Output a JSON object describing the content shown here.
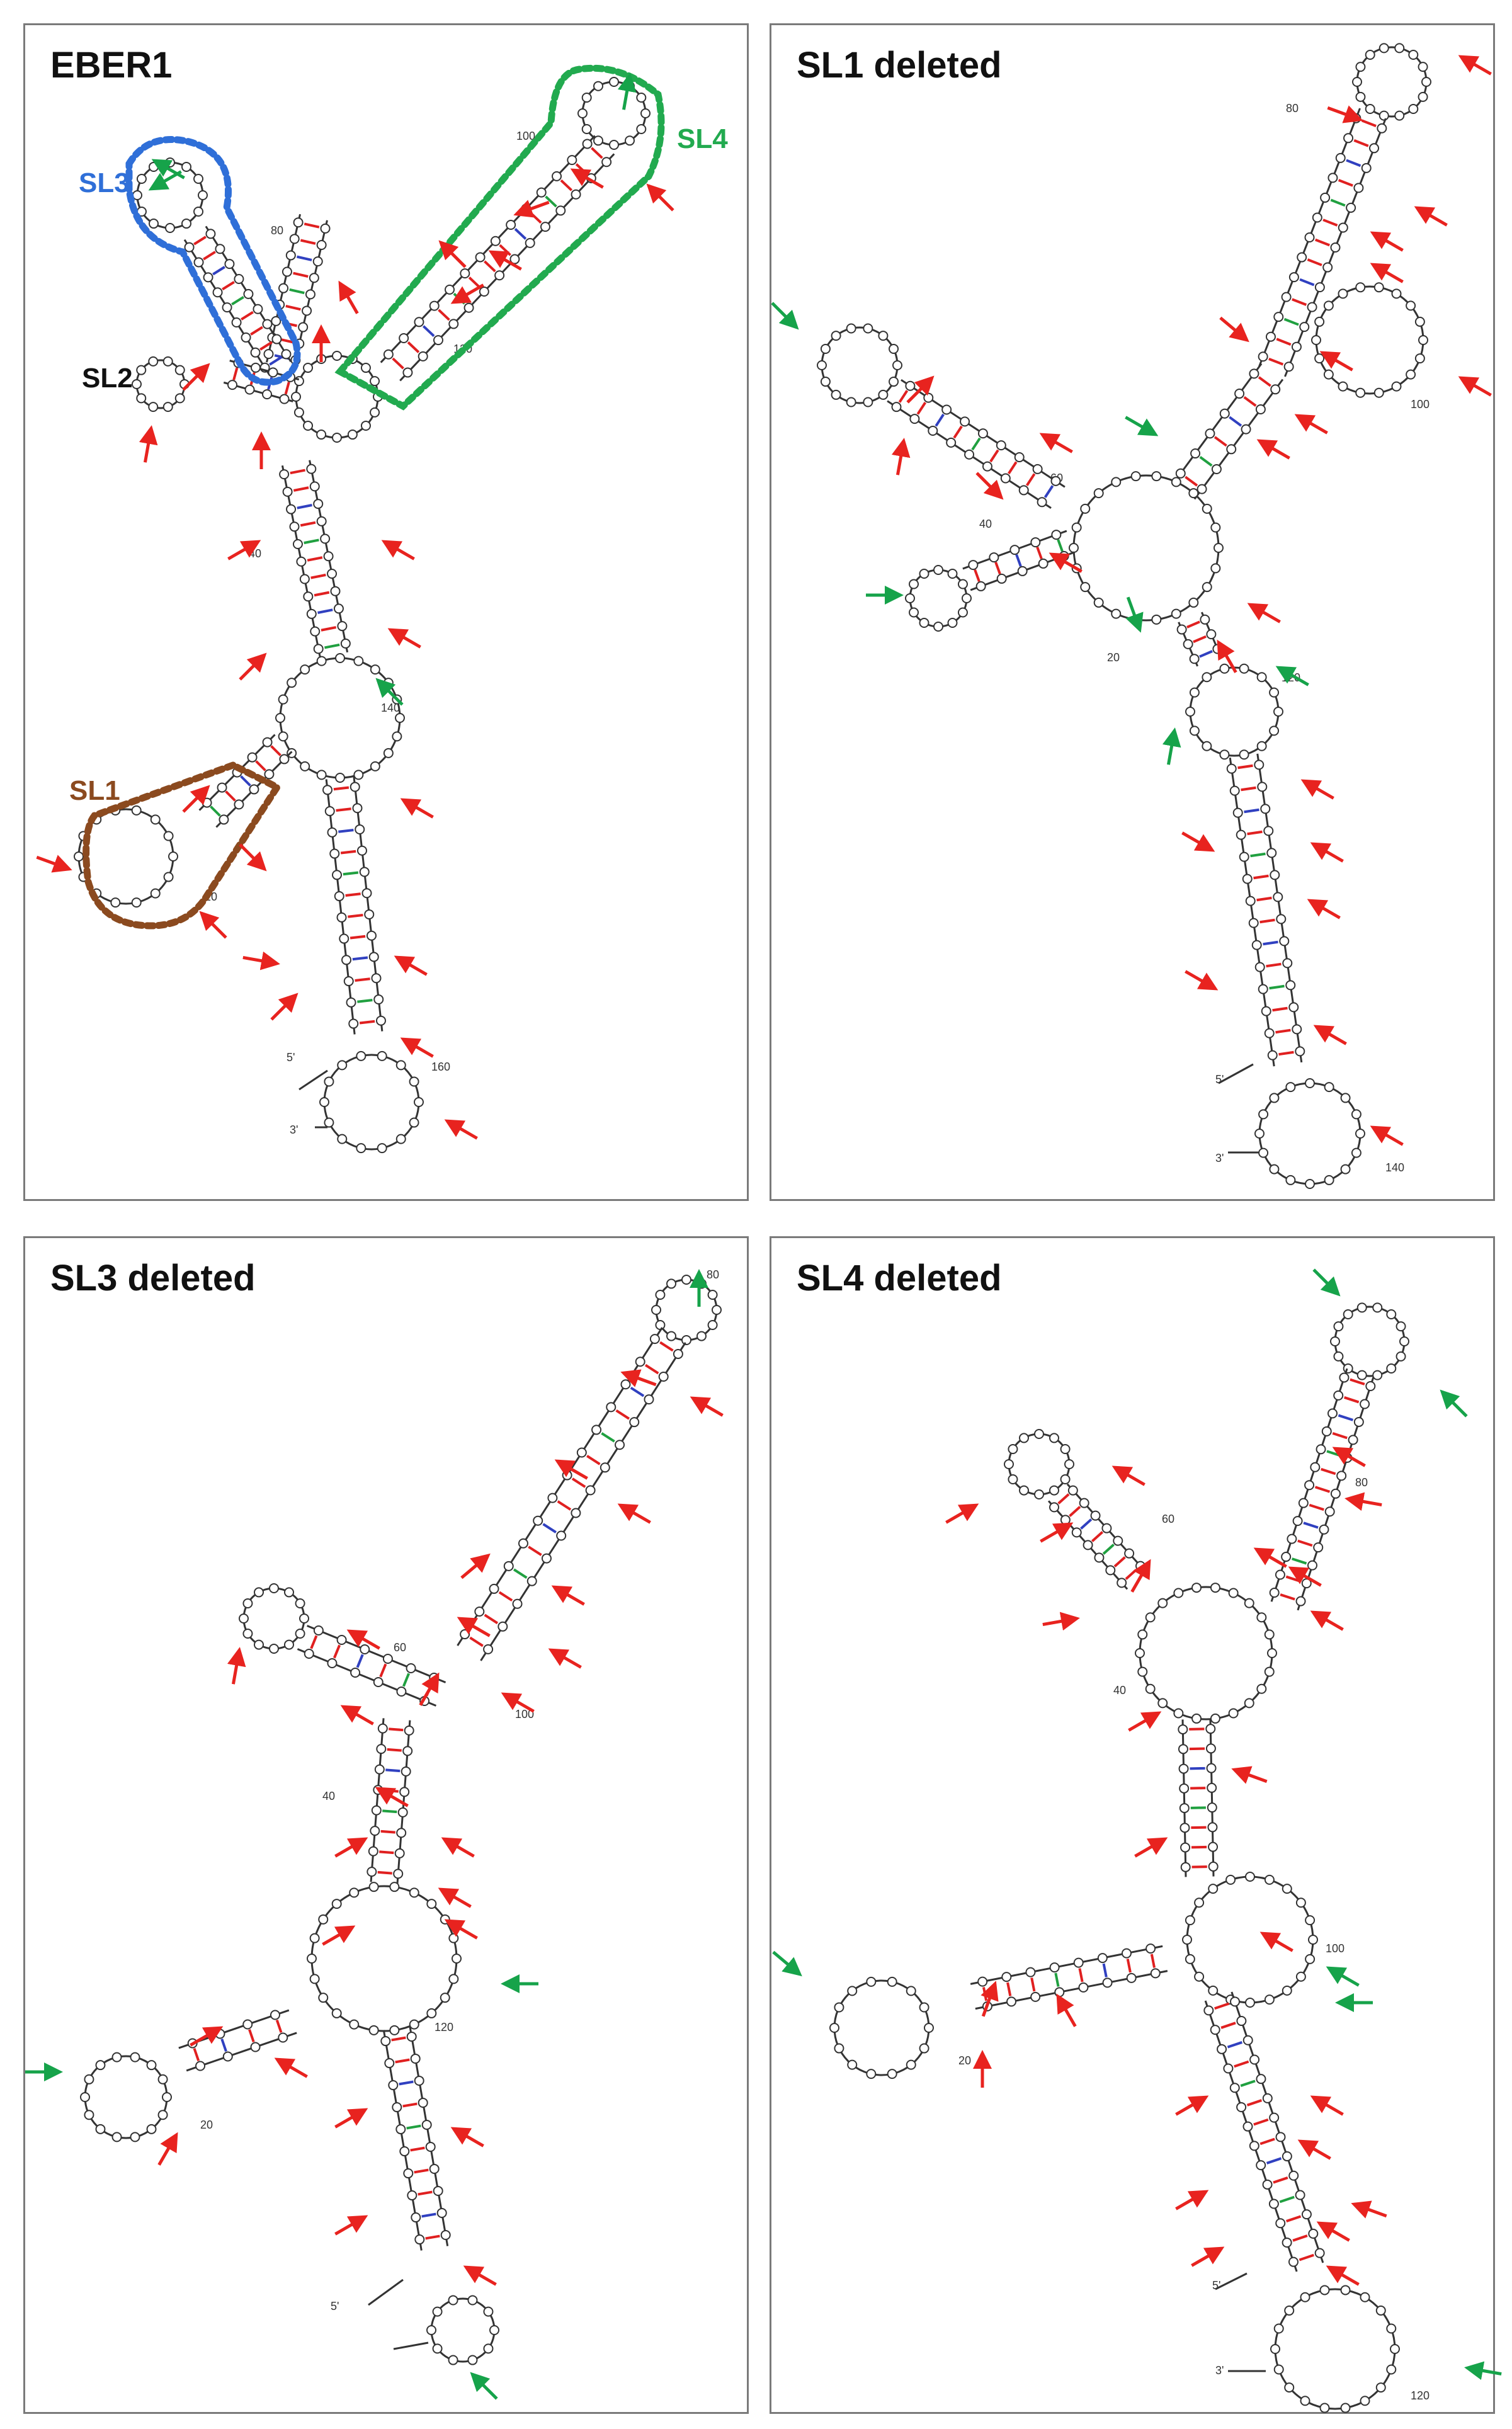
{
  "panels": [
    {
      "title": "EBER1",
      "stem_labels": [
        {
          "text": "SL3",
          "color": "#2f6fd8"
        },
        {
          "text": "SL4",
          "color": "#22aa4f"
        },
        {
          "text": "SL2",
          "color": "#111111"
        },
        {
          "text": "SL1",
          "color": "#8b4a1f"
        }
      ],
      "position_labels": [
        "100",
        "80",
        "120",
        "40",
        "140",
        "20",
        "160"
      ],
      "end_labels": [
        "5'",
        "3'"
      ]
    },
    {
      "title": "SL1 deleted",
      "position_labels": [
        "80",
        "100",
        "60",
        "40",
        "20",
        "120",
        "140"
      ],
      "end_labels": [
        "5'",
        "3'"
      ]
    },
    {
      "title": "SL3 deleted",
      "position_labels": [
        "80",
        "60",
        "100",
        "40",
        "120",
        "20"
      ],
      "end_labels": [
        "5'"
      ]
    },
    {
      "title": "SL4 deleted",
      "position_labels": [
        "80",
        "60",
        "40",
        "100",
        "20",
        "120"
      ],
      "end_labels": [
        "5'",
        "3'"
      ]
    }
  ],
  "colors": {
    "backbone": "#333333",
    "pair_gc": "#e02020",
    "pair_au": "#3040c0",
    "pair_gu": "#20a040",
    "arrow_red": "#e8231f",
    "arrow_green": "#16a34a",
    "frame": "#7a7a7a"
  }
}
